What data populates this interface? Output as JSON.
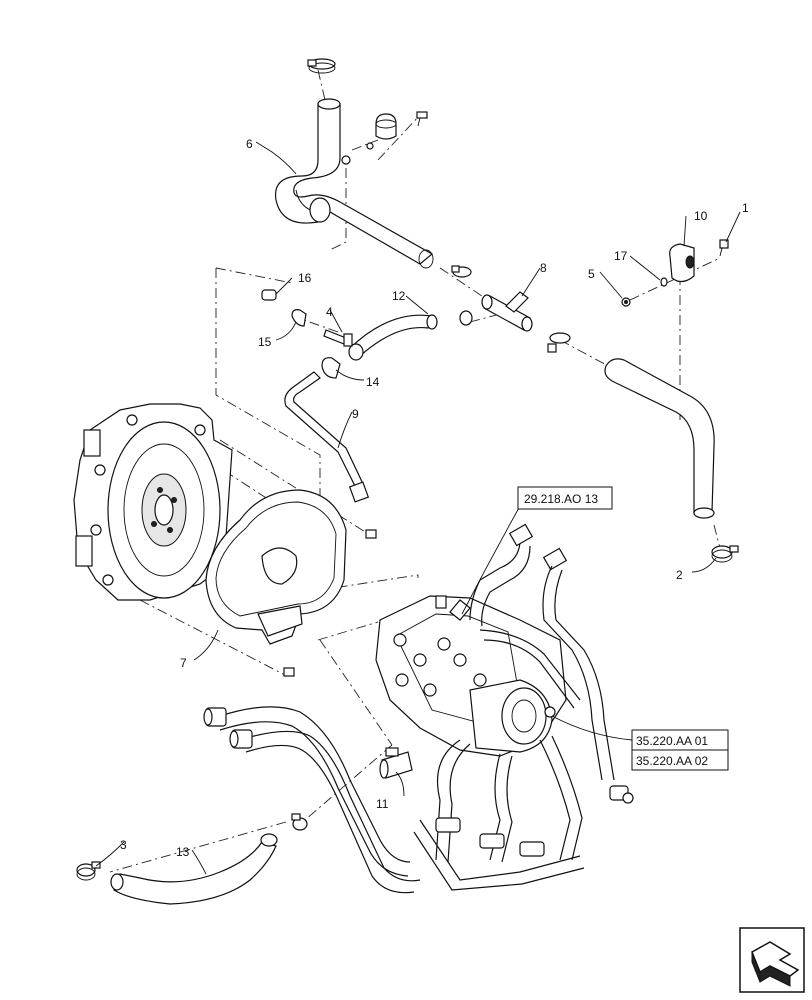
{
  "callouts": {
    "c1": "1",
    "c2": "2",
    "c3": "3",
    "c4": "4",
    "c5": "5",
    "c6": "6",
    "c7": "7",
    "c8": "8",
    "c9": "9",
    "c10": "10",
    "c11": "11",
    "c12": "12",
    "c13": "13",
    "c14": "14",
    "c15": "15",
    "c16": "16",
    "c17": "17"
  },
  "references": {
    "ref_top": "29.218.AO 13",
    "ref_a": "35.220.AA 01",
    "ref_b": "35.220.AA 02"
  },
  "icons": {
    "view_arrow": "view-direction-arrow-icon"
  }
}
